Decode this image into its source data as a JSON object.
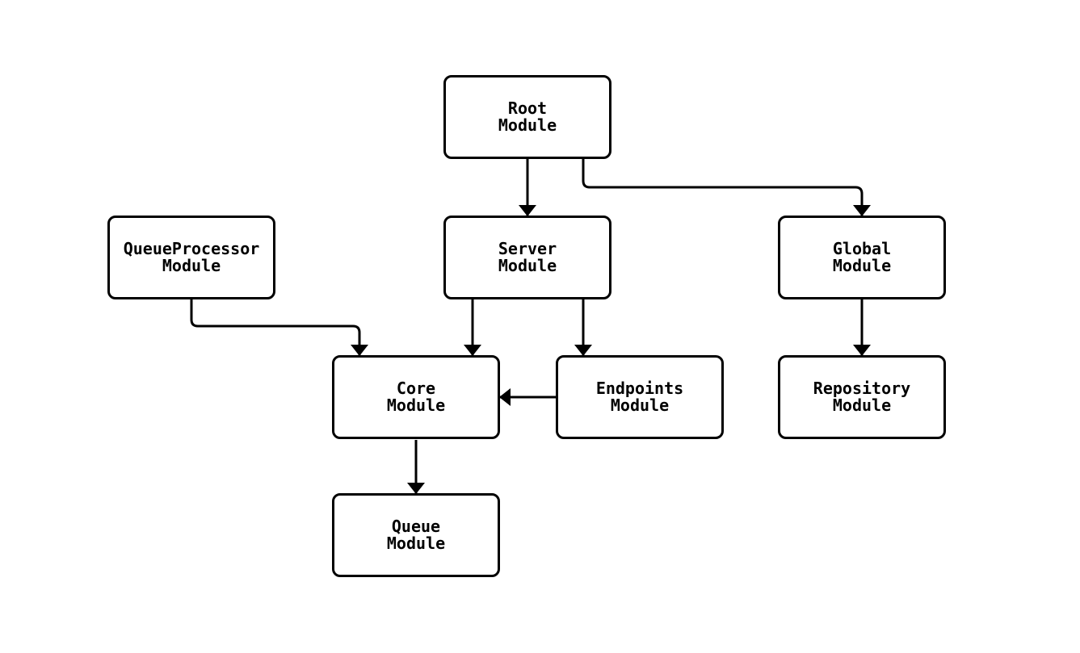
{
  "diagram": {
    "type": "module-dependency-flowchart",
    "colors": {
      "background": "#ffffff",
      "node_fill": "#ffffff",
      "node_stroke": "#000000",
      "edge_stroke": "#000000",
      "text": "#000000"
    },
    "nodes": [
      {
        "id": "root",
        "label": "Root\nModule"
      },
      {
        "id": "server",
        "label": "Server\nModule"
      },
      {
        "id": "global",
        "label": "Global\nModule"
      },
      {
        "id": "queueprocessor",
        "label": "QueueProcessor\nModule"
      },
      {
        "id": "core",
        "label": "Core\nModule"
      },
      {
        "id": "endpoints",
        "label": "Endpoints\nModule"
      },
      {
        "id": "repository",
        "label": "Repository\nModule"
      },
      {
        "id": "queue",
        "label": "Queue\nModule"
      }
    ],
    "edges": [
      {
        "from": "root",
        "to": "server"
      },
      {
        "from": "root",
        "to": "global"
      },
      {
        "from": "queueprocessor",
        "to": "core"
      },
      {
        "from": "server",
        "to": "core"
      },
      {
        "from": "server",
        "to": "endpoints"
      },
      {
        "from": "endpoints",
        "to": "core"
      },
      {
        "from": "global",
        "to": "repository"
      },
      {
        "from": "core",
        "to": "queue"
      }
    ]
  }
}
